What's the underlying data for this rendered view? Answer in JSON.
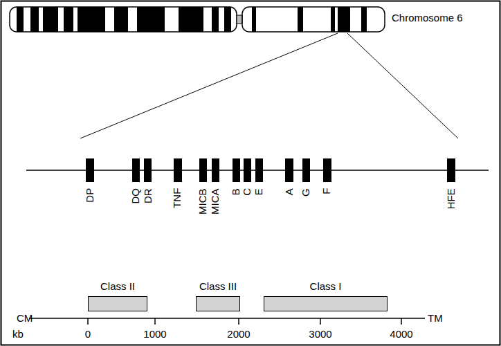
{
  "diagram": {
    "nodes": [
      {
        "text": [
          "Class II"
        ]
      },
      {
        "text": [
          "Class III"
        ]
      },
      {
        "text": [
          "Class I"
        ]
      }
    ],
    "labels": [
      "Chromosome 6",
      "DP",
      "DQ",
      "DR",
      "TNF",
      "MICB",
      "MICA",
      "B",
      "C",
      "E",
      "A",
      "G",
      "F",
      "HFE",
      "CM",
      "TM",
      "kb",
      "0",
      "1000",
      "2000",
      "3000",
      "4000"
    ]
  }
}
